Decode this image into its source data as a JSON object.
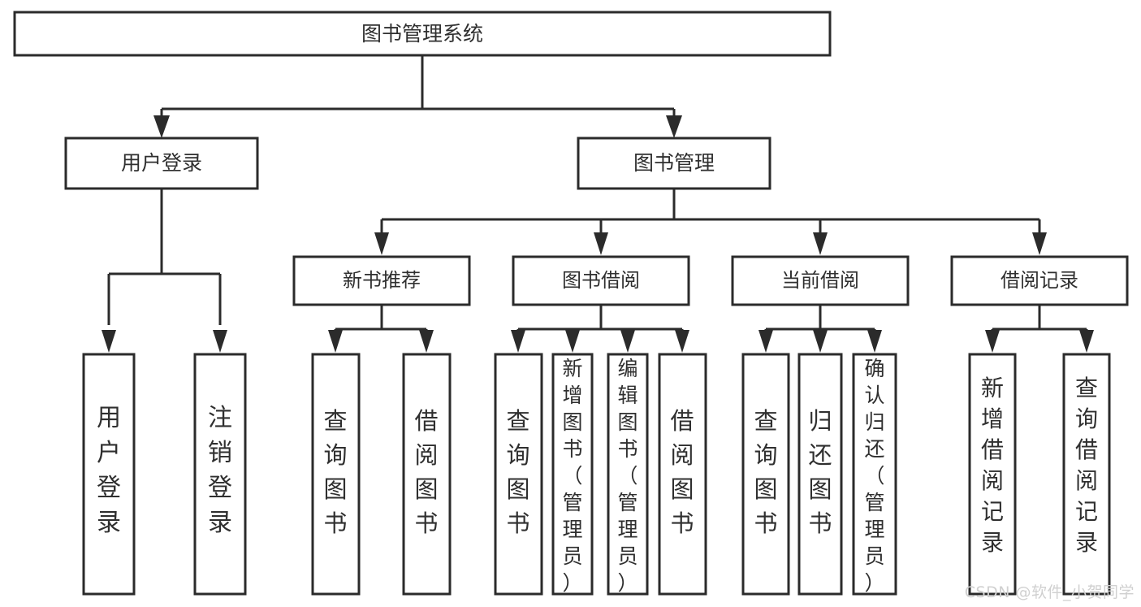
{
  "diagram": {
    "type": "hierarchy-tree",
    "title": "图书管理系统",
    "watermark": "CSDN @软件_小贺同学",
    "colors": {
      "stroke": "#2b2b2b",
      "box_fill": "#ffffff",
      "text": "#2f2f2f",
      "background": "#ffffff",
      "watermark": "#d0d0d0"
    },
    "levels": {
      "root": {
        "label": "图书管理系统"
      },
      "level2": [
        {
          "label": "用户登录"
        },
        {
          "label": "图书管理"
        }
      ],
      "level3": [
        {
          "label": "新书推荐",
          "parent": "图书管理"
        },
        {
          "label": "图书借阅",
          "parent": "图书管理"
        },
        {
          "label": "当前借阅",
          "parent": "图书管理"
        },
        {
          "label": "借阅记录",
          "parent": "图书管理"
        }
      ],
      "leaves": [
        {
          "label": "用户登录",
          "parent": "用户登录"
        },
        {
          "label": "注销登录",
          "parent": "用户登录"
        },
        {
          "label": "查询图书",
          "parent": "新书推荐"
        },
        {
          "label": "借阅图书",
          "parent": "新书推荐"
        },
        {
          "label": "查询图书",
          "parent": "图书借阅"
        },
        {
          "label": "新增图书（管理员）",
          "parent": "图书借阅"
        },
        {
          "label": "编辑图书（管理员）",
          "parent": "图书借阅"
        },
        {
          "label": "借阅图书",
          "parent": "图书借阅"
        },
        {
          "label": "查询图书",
          "parent": "当前借阅"
        },
        {
          "label": "归还图书",
          "parent": "当前借阅"
        },
        {
          "label": "确认归还（管理员）",
          "parent": "当前借阅"
        },
        {
          "label": "新增借阅记录",
          "parent": "借阅记录"
        },
        {
          "label": "查询借阅记录",
          "parent": "借阅记录"
        }
      ]
    },
    "nodes": {
      "root": {
        "label": "图书管理系统"
      },
      "n_user_login": {
        "label": "用户登录"
      },
      "n_book_mgmt": {
        "label": "图书管理"
      },
      "n_new_book": {
        "label": "新书推荐"
      },
      "n_borrow": {
        "label": "图书借阅"
      },
      "n_current": {
        "label": "当前借阅"
      },
      "n_record": {
        "label": "借阅记录"
      },
      "l_user_login": {
        "label": "用户登录"
      },
      "l_logout": {
        "label": "注销登录"
      },
      "l_query_book_1": {
        "label": "查询图书"
      },
      "l_borrow_book_1": {
        "label": "借阅图书"
      },
      "l_query_book_2": {
        "label": "查询图书"
      },
      "l_add_book": {
        "label": "新增图书（管理员）"
      },
      "l_edit_book": {
        "label": "编辑图书（管理员）"
      },
      "l_borrow_book_2": {
        "label": "借阅图书"
      },
      "l_query_book_3": {
        "label": "查询图书"
      },
      "l_return_book": {
        "label": "归还图书"
      },
      "l_confirm_return": {
        "label": "确认归还（管理员）"
      },
      "l_add_record": {
        "label": "新增借阅记录"
      },
      "l_query_record": {
        "label": "查询借阅记录"
      }
    }
  }
}
